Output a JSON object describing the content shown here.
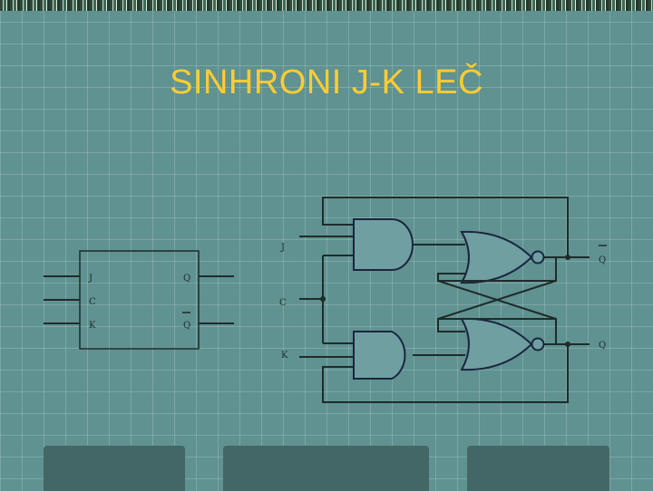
{
  "slide": {
    "title": "SINHRONI J-K LEČ"
  },
  "block_symbol": {
    "inputs": [
      "J",
      "C",
      "K"
    ],
    "outputs": [
      "Q",
      "Q"
    ]
  },
  "circuit": {
    "inputs": [
      "J",
      "C",
      "K"
    ],
    "outputs": [
      "Q",
      "Q"
    ]
  }
}
